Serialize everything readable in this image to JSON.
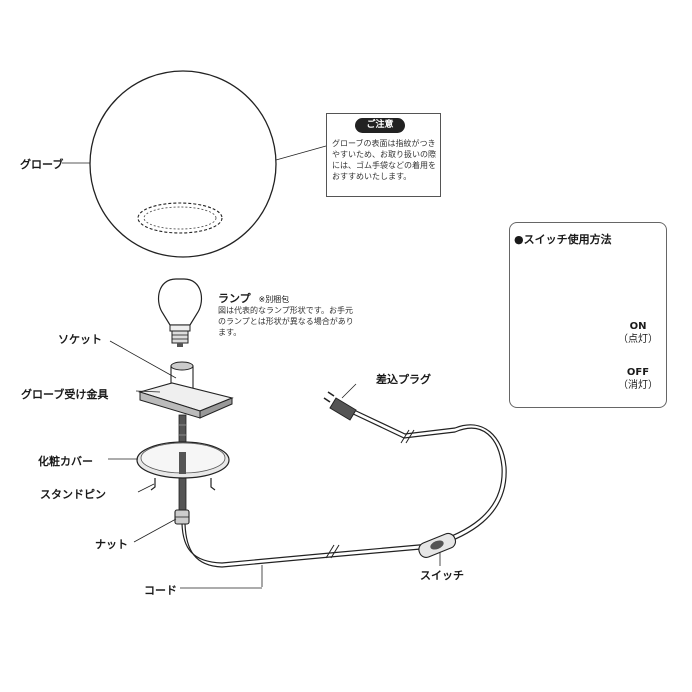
{
  "labels": {
    "globe": "グローブ",
    "lamp": "ランプ",
    "lamp_sub": "※別梱包",
    "lamp_note": "図は代表的なランプ形状です。お手元のランプとは形状が異なる場合があります。",
    "socket": "ソケット",
    "bracket": "グローブ受け金具",
    "cover": "化粧カバー",
    "stand_pin": "スタンドピン",
    "nut": "ナット",
    "cord": "コード",
    "plug": "差込プラグ",
    "switch": "スイッチ"
  },
  "caution": {
    "badge": "ご注意",
    "text": "グローブの表面は指紋がつきやすいため、お取り扱いの際には、ゴム手袋などの着用をおすすめいたします。"
  },
  "switch_usage": {
    "title": "●スイッチ使用方法",
    "on_label": "ON",
    "on_sub": "（点灯）",
    "off_label": "OFF",
    "off_sub": "（消灯）"
  },
  "colors": {
    "line": "#222222",
    "fill_light": "#f2f2f2",
    "fill_mid": "#cfcfcf",
    "fill_dark": "#555555"
  }
}
